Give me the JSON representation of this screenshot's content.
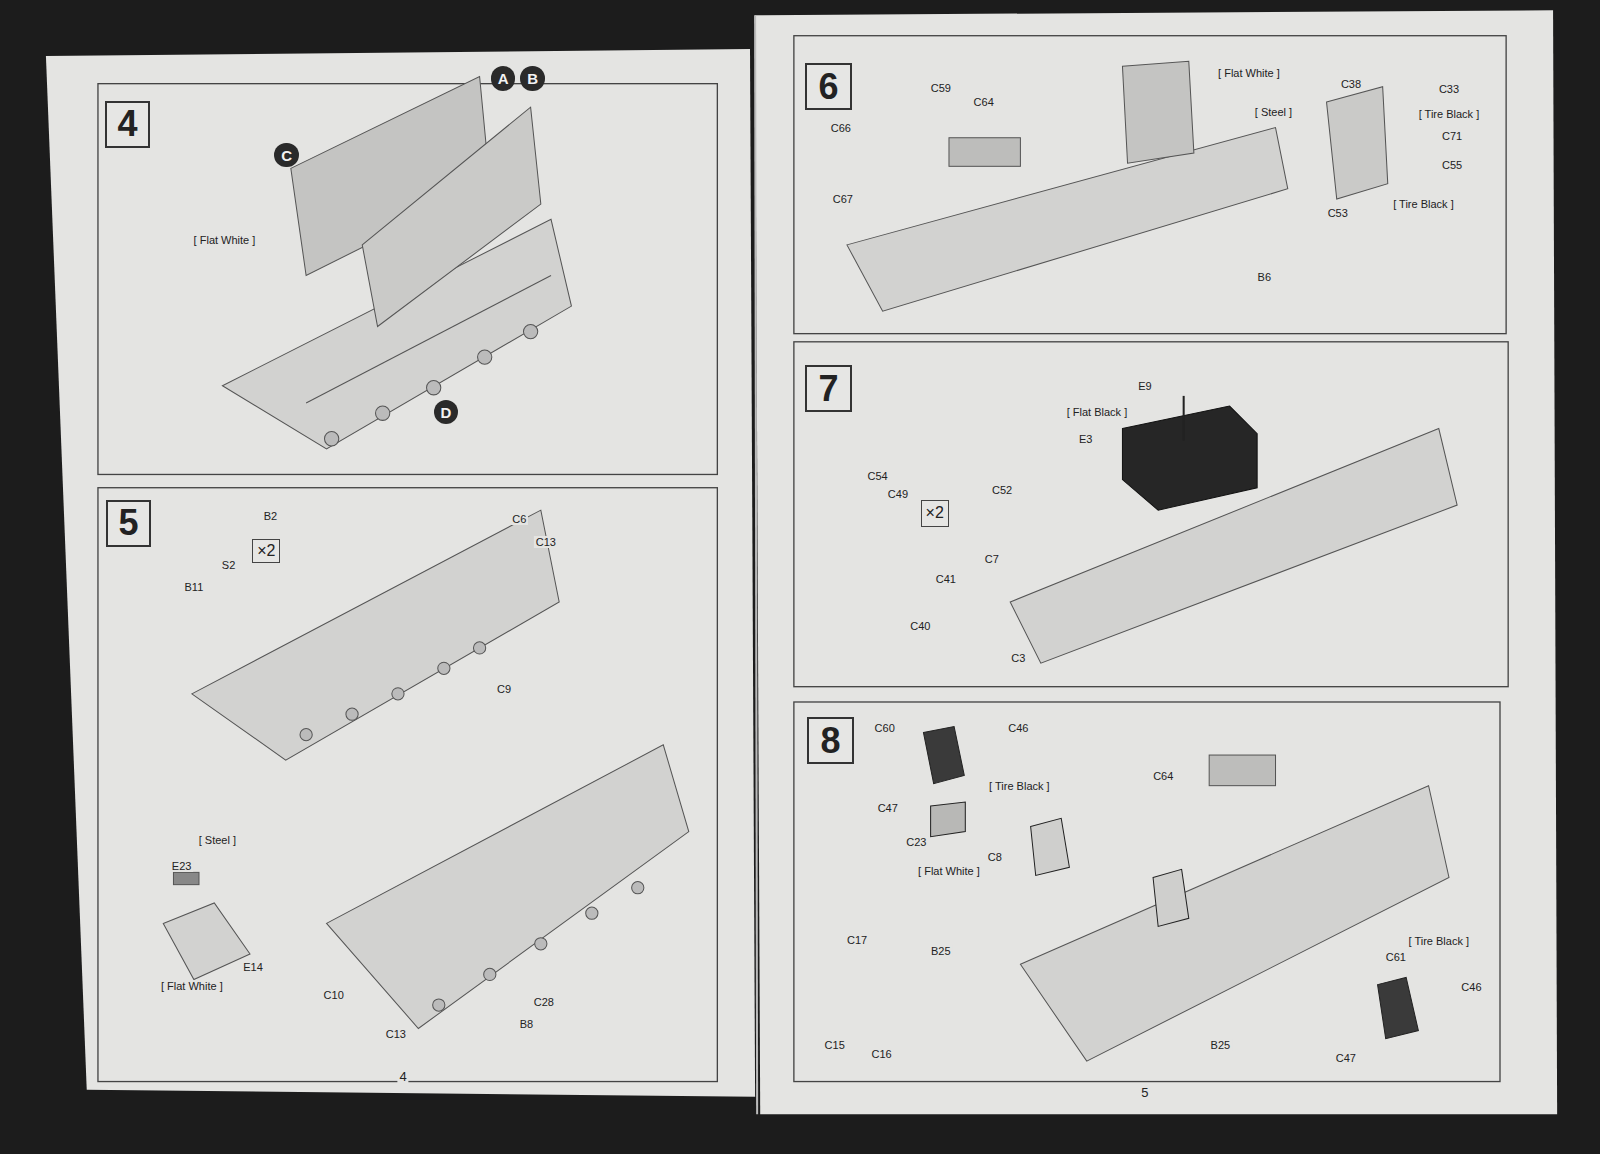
{
  "diagram": {
    "nodes": [
      {
        "text": [
          "4"
        ]
      },
      {
        "text": [
          "A"
        ]
      },
      {
        "text": [
          "B"
        ]
      },
      {
        "text": [
          "C"
        ]
      },
      {
        "text": [
          "D"
        ]
      },
      {
        "text": [
          "5"
        ]
      },
      {
        "text": [
          "×2"
        ]
      },
      {
        "text": [
          "6"
        ]
      },
      {
        "text": [
          "7"
        ]
      },
      {
        "text": [
          "×2"
        ]
      },
      {
        "text": [
          "8"
        ]
      }
    ],
    "labels": [
      "[ Flat White ]",
      "B2",
      "B11",
      "S2",
      "C6",
      "C13",
      "C9",
      "[ Steel ]",
      "E23",
      "E14",
      "[ Flat White ]",
      "C10",
      "C13",
      "C28",
      "B8",
      "C59",
      "C64",
      "C66",
      "C67",
      "[ Flat White ]",
      "[ Steel ]",
      "C38",
      "C33",
      "[ Tire Black ]",
      "C71",
      "C55",
      "C53",
      "[ Tire Black ]",
      "B6",
      "E9",
      "[ Flat Black ]",
      "E3",
      "C54",
      "C49",
      "C52",
      "C7",
      "C41",
      "C40",
      "C3",
      "C60",
      "C46",
      "[ Tire Black ]",
      "C47",
      "C64",
      "C23",
      "C8",
      "[ Flat White ]",
      "B25",
      "C17",
      "C15",
      "C16",
      "B25",
      "[ Tire Black ]",
      "C61",
      "C46",
      "C47",
      "4",
      "5"
    ]
  }
}
